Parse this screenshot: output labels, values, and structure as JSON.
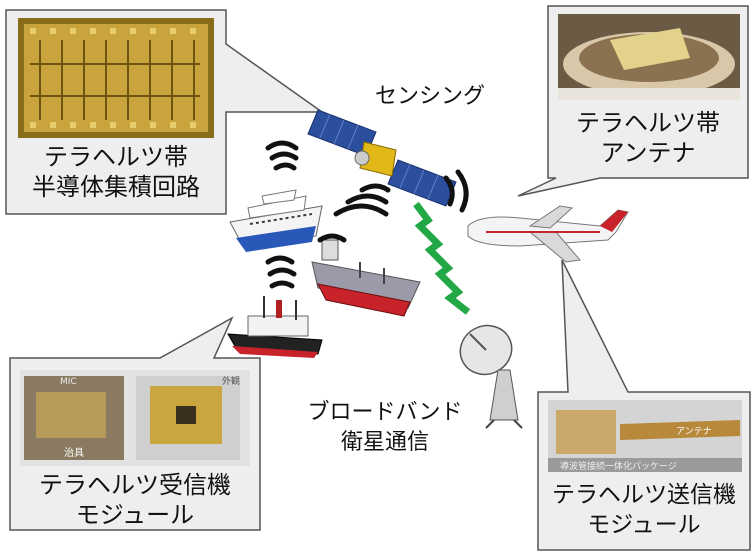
{
  "labels": {
    "sensing": "センシング",
    "broadband_line1": "ブロードバンド",
    "broadband_line2": "衛星通信",
    "ic_line1": "テラヘルツ帯",
    "ic_line2": "半導体集積回路",
    "antenna_line1": "テラヘルツ帯",
    "antenna_line2": "アンテナ",
    "rx_line1": "テラヘルツ受信機",
    "rx_line2": "モジュール",
    "tx_line1": "テラヘルツ送信機",
    "tx_line2": "モジュール"
  },
  "photo_text": {
    "rx_mic": "MIC",
    "rx_gaikan": "外観",
    "rx_jig": "治具",
    "tx_antenna": "アンテナ",
    "tx_package": "導波管接続一体化パッケージ"
  },
  "colors": {
    "callout_fill": "#eeeeee",
    "callout_stroke": "#555555",
    "lightning": "#22a845",
    "waves": "#111111"
  }
}
